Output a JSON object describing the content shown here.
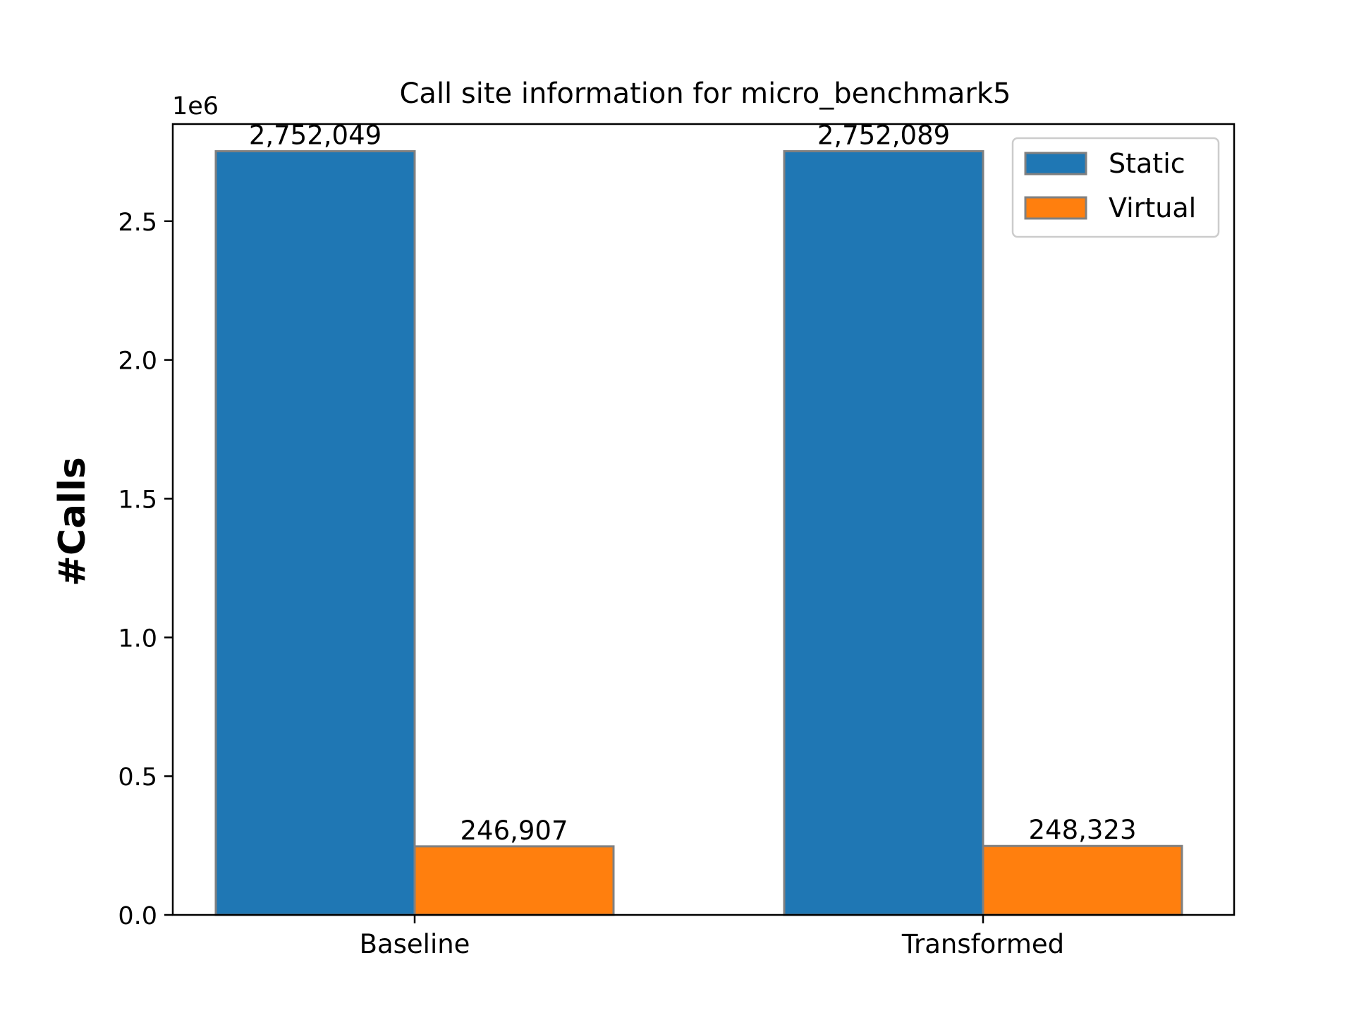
{
  "chart_data": {
    "type": "bar",
    "title": "Call site information for micro_benchmark5",
    "xlabel": "",
    "ylabel": "#Calls",
    "y_scale_label": "1e6",
    "categories": [
      "Baseline",
      "Transformed"
    ],
    "series": [
      {
        "name": "Static",
        "values": [
          2752049,
          2752089
        ],
        "labels": [
          "2,752,049",
          "2,752,089"
        ],
        "color": "#1f77b4"
      },
      {
        "name": "Virtual",
        "values": [
          246907,
          248323
        ],
        "labels": [
          "246,907",
          "248,323"
        ],
        "color": "#ff7f0e"
      }
    ],
    "ylim": [
      0,
      2850000
    ],
    "yticks": [
      0,
      500000,
      1000000,
      1500000,
      2000000,
      2500000
    ],
    "ytick_labels": [
      "0.0",
      "0.5",
      "1.0",
      "1.5",
      "2.0",
      "2.5"
    ],
    "legend_position": "top-right",
    "grid": false,
    "bar_edge_color": "#808080"
  }
}
